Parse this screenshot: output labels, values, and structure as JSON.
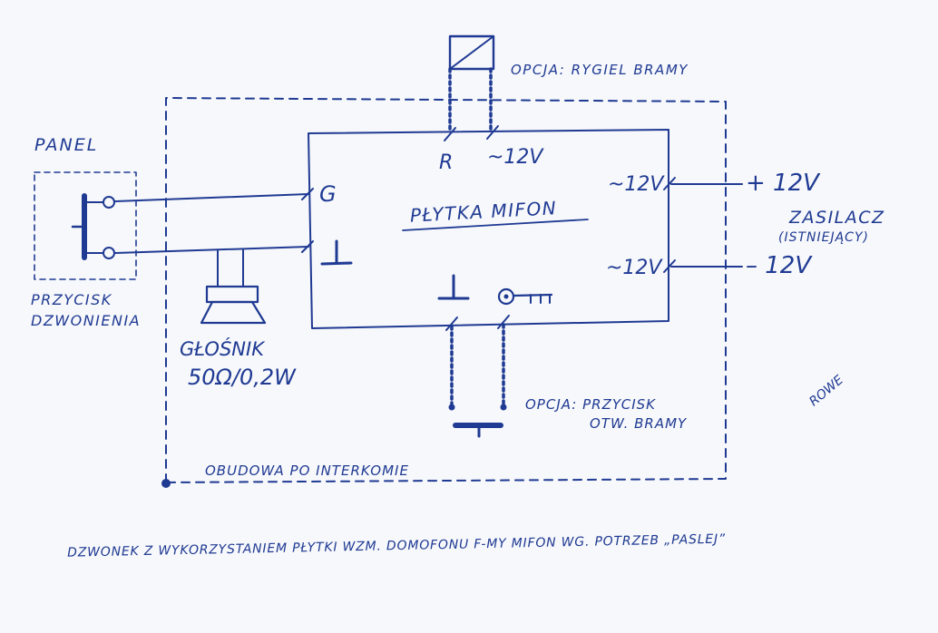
{
  "labels": {
    "panel": "PANEL",
    "button_line1": "PRZYCISK",
    "button_line2": "DZWONIENIA",
    "speaker_line1": "GŁOŚNIK",
    "speaker_line2": "50Ω/0,2W",
    "board": "PŁYTKA MIFON",
    "terminal_g": "G",
    "terminal_r": "R",
    "terminal_ac12_top": "~12V",
    "terminal_ac12_right_top": "~12V",
    "terminal_ac12_right_bottom": "~12V",
    "supply_plus": "+ 12V",
    "supply_minus": "– 12V",
    "supply_line1": "ZASILACZ",
    "supply_line2": "(ISTNIEJĄCY)",
    "option_bolt": "OPCJA: RYGIEL BRAMY",
    "option_button_line1": "OPCJA: PRZYCISK",
    "option_button_line2": "OTW. BRAMY",
    "housing": "OBUDOWA PO INTERKOMIE",
    "signature": "ROWE",
    "caption": "DZWONEK Z WYKORZYSTANIEM PŁYTKI WZM. DOMOFONU F-MY MIFON WG. POTRZEB „PASLEJ”"
  },
  "colors": {
    "ink": "#1f3a93",
    "paper": "#f7f8fb"
  }
}
